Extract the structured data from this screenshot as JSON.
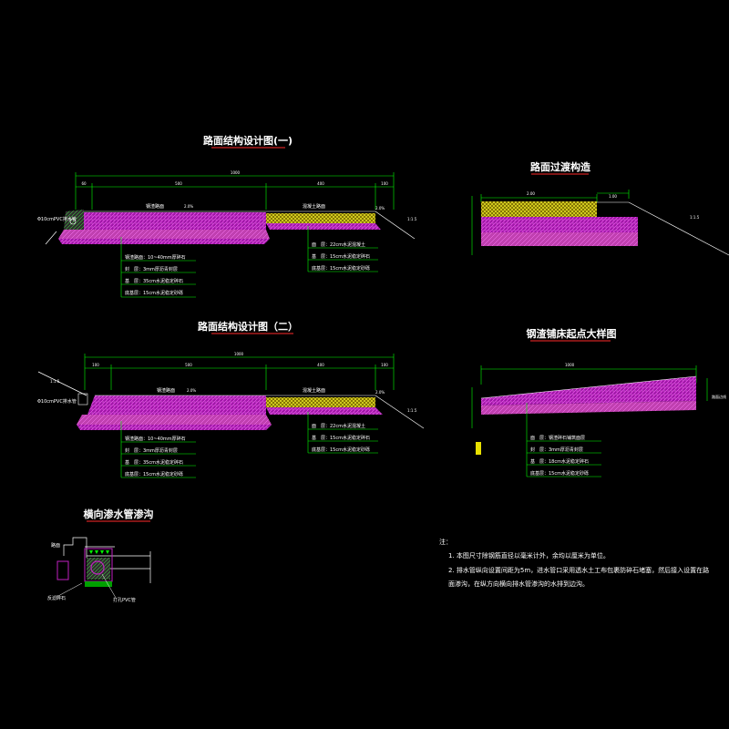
{
  "colors": {
    "background": "#000000",
    "pavement_magenta": "#c020c0",
    "base_magenta": "#d040c0",
    "aggregate_yellow": "#e8e000",
    "dimension_green": "#00ff00",
    "underline_red": "#ff2a2a",
    "text_white": "#ffffff"
  },
  "section1": {
    "title": "路面结构设计图(一)",
    "dim_total": "1000",
    "dims": [
      "60",
      "500",
      "400",
      "100"
    ],
    "pipe_label": "Φ10cmPVC排水管",
    "surface_label": "钢渣路面",
    "shoulder_label": "混凝土路面",
    "slope_label": "1:1.5",
    "grade_left": "2.0%",
    "grade_right": "2.0%",
    "legend_left": [
      "钢渣路面：10~40mm厚碎石",
      "封　层：3mm厚沥青封层",
      "基　层：35cm水泥稳定碎石",
      "底基层：15cm水泥稳定砂砾"
    ],
    "legend_right": [
      "面　层：22cm水泥混凝土",
      "基　层：15cm水泥稳定碎石",
      "底基层：15cm水泥稳定砂砾"
    ]
  },
  "section2": {
    "title": "路面结构设计图（二）",
    "dim_total": "1000",
    "dims": [
      "100",
      "500",
      "400",
      "100"
    ],
    "pipe_label": "Φ10cmPVC排水管",
    "surface_label": "钢渣路面",
    "shoulder_label": "混凝土路面",
    "slope_left": "1:1.5",
    "slope_right": "1:1.5",
    "grade_left": "2.0%",
    "grade_right": "2.0%",
    "legend_left": [
      "钢渣路面：10~40mm厚碎石",
      "封　层：3mm厚沥青封层",
      "基　层：35cm水泥稳定碎石",
      "底基层：15cm水泥稳定砂砾"
    ],
    "legend_right": [
      "面　层：22cm水泥混凝土",
      "基　层：15cm水泥稳定碎石",
      "底基层：15cm水泥稳定砂砾"
    ]
  },
  "transition": {
    "title": "路面过渡构造",
    "dim_top": "2.00",
    "dim_step": "1.00",
    "slope_label": "1:1.5"
  },
  "detail": {
    "title": "钢渣铺床起点大样图",
    "dim_top": "1000",
    "edge_label": "路面边线",
    "legend": [
      "面　层：钢渣碎石铺筑面层",
      "封　层：3mm厚沥青封层",
      "基　层：18cm水泥稳定碎石",
      "底基层：15cm水泥稳定砂砾"
    ]
  },
  "drain": {
    "title": "横向渗水管渗沟",
    "label_top": "路面",
    "label_bottom_left": "反滤碎石",
    "label_bottom_right": "打孔PVC管"
  },
  "notes": {
    "head": "注：",
    "items": [
      "1. 本图尺寸除钢筋直径以毫米计外，余均以厘米为单位。",
      "2. 排水管纵向设置间距为5m，进水管口采用透水土工布包裹防碎石堵塞，然后接入设置在路",
      "   面渗沟，在纵方向横向排水管渗沟的水排到边沟。"
    ]
  }
}
